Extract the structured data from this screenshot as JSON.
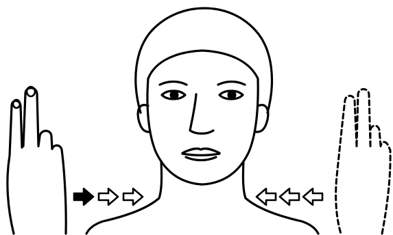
{
  "figure": {
    "ink_color": "#000000",
    "background_color": "#ffffff",
    "left_hand_style": "solid",
    "right_hand_style": "dashed",
    "left_arrows": [
      "filled",
      "outline",
      "outline"
    ],
    "right_arrows": [
      "outline",
      "outline",
      "outline"
    ]
  }
}
